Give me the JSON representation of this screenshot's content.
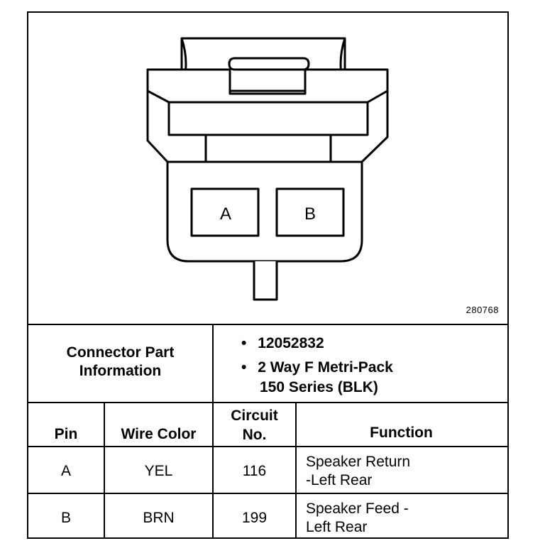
{
  "figure_number": "280768",
  "connector_diagram": {
    "cavity_labels": [
      "A",
      "B"
    ]
  },
  "part_info": {
    "label_line1": "Connector Part",
    "label_line2": "Information",
    "bullet_symbol": "•",
    "items": [
      {
        "lines": [
          "12052832"
        ]
      },
      {
        "lines": [
          "2 Way F Metri-Pack",
          "150 Series (BLK)"
        ]
      }
    ]
  },
  "table": {
    "headers": {
      "pin": "Pin",
      "wire_color": "Wire Color",
      "circuit_line1": "Circuit",
      "circuit_line2": "No.",
      "function": "Function"
    },
    "rows": [
      {
        "pin": "A",
        "wire_color": "YEL",
        "circuit": "116",
        "function_line1": "Speaker Return",
        "function_line2": "-Left Rear"
      },
      {
        "pin": "B",
        "wire_color": "BRN",
        "circuit": "199",
        "function_line1": "Speaker Feed -",
        "function_line2": "Left Rear"
      }
    ]
  }
}
